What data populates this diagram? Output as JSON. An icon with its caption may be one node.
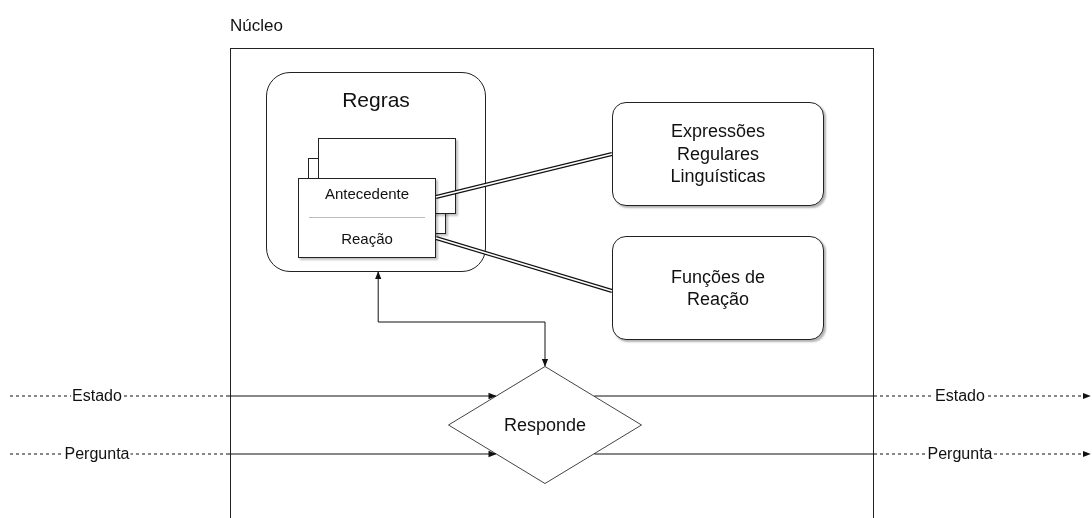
{
  "diagram": {
    "nodes": [
      {
        "text": [
          "Núcleo"
        ]
      },
      {
        "text": [
          "Regras"
        ],
        "in": 0
      },
      {
        "text": [
          "Antecedente",
          "Reação"
        ],
        "in": 1
      },
      {
        "text": [
          "Expressões Regulares Linguísticas"
        ],
        "in": 0
      },
      {
        "text": [
          "Funções de Reação"
        ],
        "in": 0
      },
      {
        "text": [
          "Responde"
        ],
        "in": 0
      }
    ],
    "edges": [
      {
        "from": 2,
        "to": 3,
        "arrow": "none",
        "style": "thick"
      },
      {
        "from": 2,
        "to": 4,
        "arrow": "none",
        "style": "thick"
      },
      {
        "from": 1,
        "to": 5,
        "arrow": "both"
      },
      {
        "from": null,
        "to": 5,
        "arrow": "to",
        "label": "Estado",
        "style": "dashed"
      },
      {
        "from": null,
        "to": 5,
        "arrow": "to",
        "label": "Pergunta",
        "style": "dashed"
      },
      {
        "from": 5,
        "to": null,
        "arrow": "to",
        "label": "Estado",
        "style": "dashed"
      },
      {
        "from": 5,
        "to": null,
        "arrow": "to",
        "label": "Pergunta",
        "style": "dashed"
      }
    ]
  }
}
